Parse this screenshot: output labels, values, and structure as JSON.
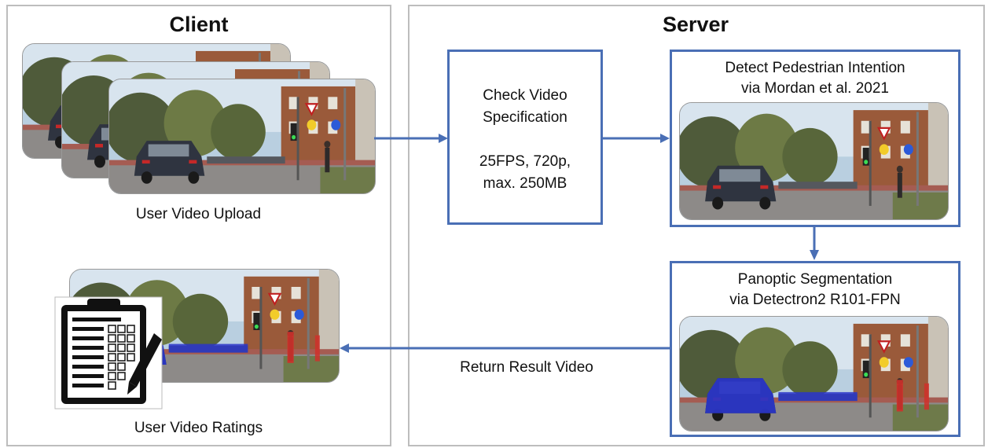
{
  "client": {
    "title": "Client",
    "upload_caption": "User Video Upload",
    "ratings_caption": "User Video Ratings"
  },
  "server": {
    "title": "Server",
    "check": {
      "line1": "Check Video",
      "line2": "Specification",
      "line3": "25FPS, 720p,",
      "line4": "max. 250MB"
    },
    "detect": {
      "line1": "Detect Pedestrian Intention",
      "line2": "via Mordan et al. 2021"
    },
    "panoptic": {
      "line1": "Panoptic Segmentation",
      "line2": "via Detectron2 R101-FPN"
    }
  },
  "return_label": "Return Result Video",
  "colors": {
    "box_border": "#4a6fb5",
    "arrow": "#4a6fb5",
    "panel_border": "#bdbdbd",
    "segmentation_car": "#2a35c9",
    "segmentation_person": "#d0302a"
  }
}
